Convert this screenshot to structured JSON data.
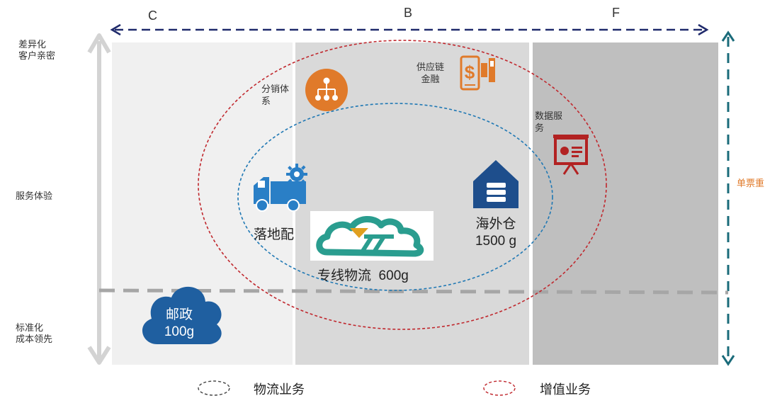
{
  "segments": {
    "c": "C",
    "b": "B",
    "f": "F"
  },
  "y_axis": {
    "top_line1": "差异化",
    "top_line2": "客户亲密",
    "middle": "服务体验",
    "bottom_line1": "标准化",
    "bottom_line2": "成本领先"
  },
  "right_axis_label": "单票重",
  "services": {
    "distribution_line1": "分销体",
    "distribution_line2": "系",
    "supply_finance_line1": "供应链",
    "supply_finance_line2": "金融",
    "data_service_line1": "数据服",
    "data_service_line2": "务",
    "last_mile": "落地配",
    "overseas_line1": "海外仓",
    "overseas_line2": "1500 g",
    "dedicated_line": "专线物流  600g",
    "postal_line1": "邮政",
    "postal_line2": "100g"
  },
  "legend": {
    "logistics": "物流业务",
    "value_added": "增值业务"
  },
  "colors": {
    "navy": "#1f2a6b",
    "teal": "#1a6b7a",
    "red_ellipse": "#c0272d",
    "blue_ellipse": "#1f78b4",
    "orange": "#e07a2a",
    "blue_icon": "#1f5fa0",
    "dark_red": "#b22222"
  },
  "icons": [
    "share-network-icon",
    "finance-icon",
    "data-board-icon",
    "truck-gear-icon",
    "warehouse-icon",
    "cloud-logo",
    "cloud-icon"
  ]
}
